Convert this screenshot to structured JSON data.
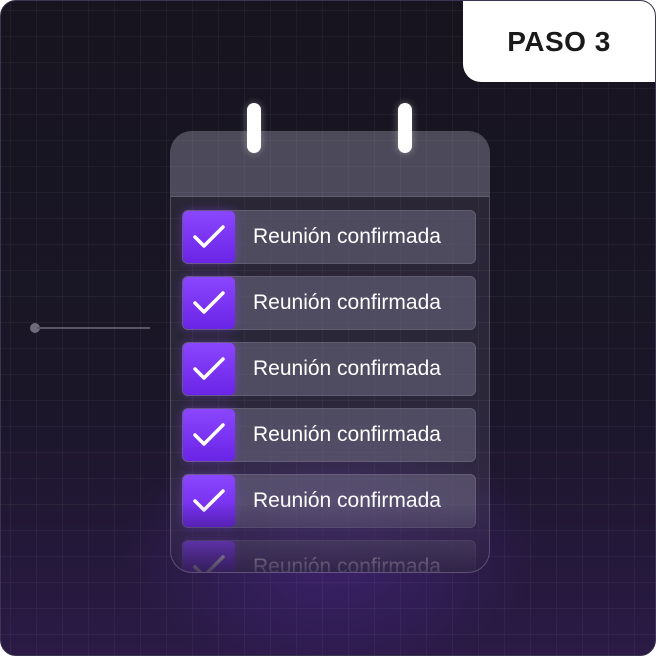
{
  "badge": {
    "label": "PASO 3"
  },
  "colors": {
    "background_top": "#17141f",
    "background_bottom": "#2a1a45",
    "accent": "#7c3aed",
    "badge_bg": "#ffffff"
  },
  "checklist": {
    "items": [
      {
        "label": "Reunión confirmada",
        "checked": true,
        "icon": "checkmark-icon"
      },
      {
        "label": "Reunión confirmada",
        "checked": true,
        "icon": "checkmark-icon"
      },
      {
        "label": "Reunión confirmada",
        "checked": true,
        "icon": "checkmark-icon"
      },
      {
        "label": "Reunión confirmada",
        "checked": true,
        "icon": "checkmark-icon"
      },
      {
        "label": "Reunión confirmada",
        "checked": true,
        "icon": "checkmark-icon"
      },
      {
        "label": "Reunión confirmada",
        "checked": true,
        "icon": "checkmark-icon"
      }
    ]
  }
}
